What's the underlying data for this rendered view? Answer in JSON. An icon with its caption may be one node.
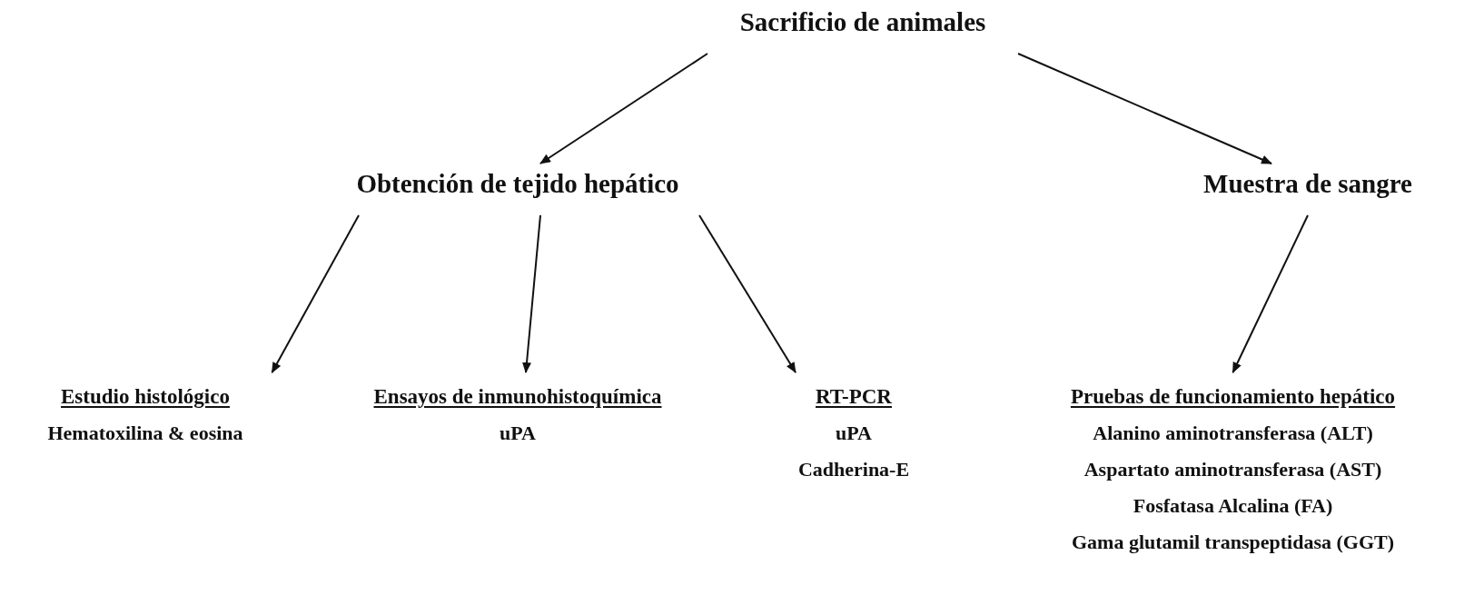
{
  "diagram": {
    "nodes": [
      {
        "text": [
          "Sacrificio de  animales"
        ]
      },
      {
        "text": [
          "Obtención de tejido hepático"
        ]
      },
      {
        "text": [
          "Muestra de sangre"
        ]
      },
      {
        "text": [
          "Estudio histológico",
          "Hematoxilina & eosina"
        ]
      },
      {
        "text": [
          "Ensayos de inmunohistoquímica",
          "uPA"
        ]
      },
      {
        "text": [
          "RT-PCR",
          "uPA",
          "Cadherina-E"
        ]
      },
      {
        "text": [
          "Pruebas de funcionamiento hepático",
          "Alanino aminotransferasa (ALT)",
          "Aspartato aminotransferasa (AST)",
          "Fosfatasa Alcalina (FA)",
          "Gama glutamil transpeptidasa (GGT)"
        ]
      }
    ],
    "edges": [
      {
        "from": 0,
        "to": 1,
        "arrow": "to"
      },
      {
        "from": 0,
        "to": 2,
        "arrow": "to"
      },
      {
        "from": 1,
        "to": 3,
        "arrow": "to"
      },
      {
        "from": 1,
        "to": 4,
        "arrow": "to"
      },
      {
        "from": 1,
        "to": 5,
        "arrow": "to"
      },
      {
        "from": 2,
        "to": 6,
        "arrow": "to"
      }
    ]
  }
}
